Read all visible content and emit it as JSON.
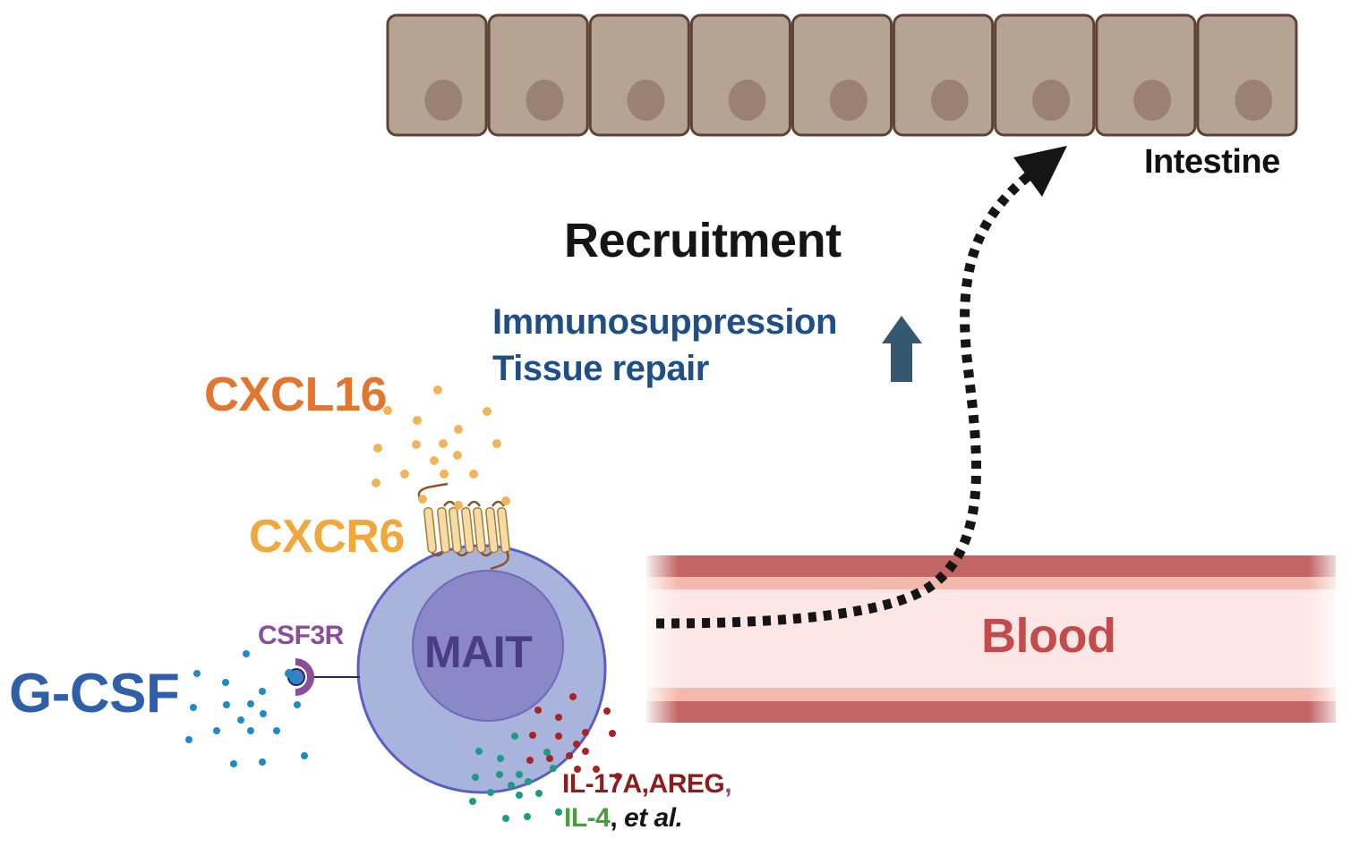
{
  "figure": {
    "labels": {
      "intestine": "Intestine",
      "recruitment": "Recruitment",
      "effects": [
        "Immunosuppression",
        "Tissue repair"
      ],
      "chemokine": "CXCL16",
      "chemokine_receptor": "CXCR6",
      "cytokine_receptor": "CSF3R",
      "cytokine": "G-CSF",
      "cell": "MAIT",
      "compartment": "Blood",
      "secreted_line1": {
        "part1": "IL-17A,",
        "part2": "AREG",
        "part3": ","
      },
      "secreted_line2": {
        "part1": "IL-4",
        "part2": ", ",
        "part3": "et al."
      }
    },
    "icons": {
      "effects_arrow": "up-arrow",
      "path_arrow": "dotted-curved-arrow",
      "receptor": "seven-transmembrane-receptor"
    },
    "intestine_cell_count": 9,
    "colors": {
      "intestine_cell": "#b5a394",
      "intestine_border": "#5e4235",
      "nucleus": "#9b8173",
      "cxcl16": "#e2762f",
      "cxcl16_dots": "#f0b55a",
      "cxcr6": "#f0a83c",
      "csf3r": "#8a4f9a",
      "gcsf": "#2f5fa8",
      "gcsf_dots": "#1f8ac8",
      "cell_outer": "#a9b4dd",
      "cell_border": "#5b5fbf",
      "cell_nucleus": "#8b88c8",
      "mait_text": "#4a3d86",
      "effects_text": "#1f4f86",
      "up_arrow": "#36586f",
      "vessel_wall": "#c36565",
      "vessel_inner": "#f4b9ad",
      "vessel_lumen": "#fde6e6",
      "blood_text": "#c24b4b",
      "il17_text": "#8c1d1d",
      "il17_dots": "#a82424",
      "il4_text": "#44a03a",
      "il4_dots": "#1f9a82",
      "dark": "#151515"
    }
  }
}
